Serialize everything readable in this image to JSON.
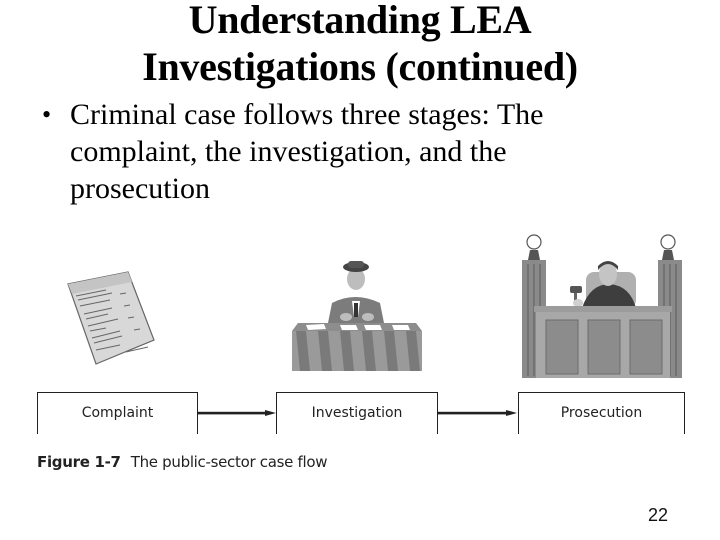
{
  "slide": {
    "title_lines": [
      "Understanding LEA",
      "Investigations (continued)"
    ],
    "bullets": [
      {
        "marker": "•",
        "text": "Criminal case follows three stages: The complaint, the investigation, and the prosecution"
      }
    ],
    "page_number": "22"
  },
  "figure": {
    "illustrations": [
      {
        "name": "complaint-document",
        "description": "paper document illustration"
      },
      {
        "name": "investigator-at-desk",
        "description": "man in hat seated at desk with papers"
      },
      {
        "name": "judge-at-bench",
        "description": "judge with gavel at courtroom bench"
      }
    ],
    "stages": [
      {
        "label": "Complaint"
      },
      {
        "label": "Investigation"
      },
      {
        "label": "Prosecution"
      }
    ],
    "caption_label": "Figure 1-7",
    "caption_text": "The public-sector case flow",
    "colors": {
      "line": "#222222",
      "illustration_gray": "#8a8a8a",
      "illustration_light": "#c8c8c8"
    }
  }
}
